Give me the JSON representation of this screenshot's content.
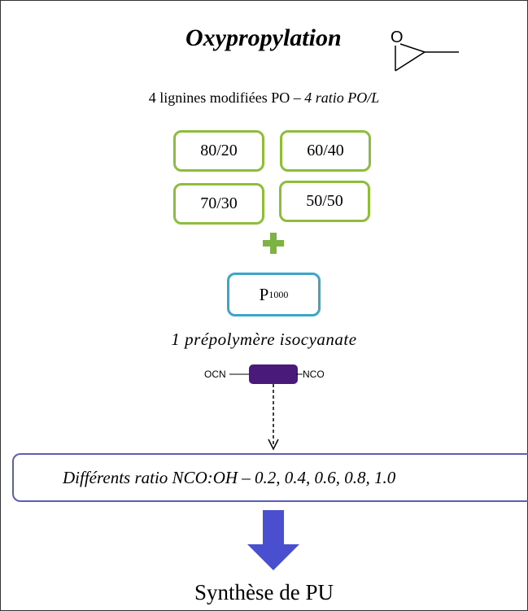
{
  "title": "Oxypropylation",
  "subtitle": {
    "prefix": "4 lignines modifiées PO – ",
    "italic": "4 ratio PO/L"
  },
  "ratios": [
    "80/20",
    "60/40",
    "70/30",
    "50/50"
  ],
  "prepolymer": {
    "letter": "P",
    "subscript": "1000"
  },
  "prepolymer_caption": "1 prépolymère isocyanate",
  "molecule": {
    "left_group": "OCN",
    "right_group": "NCO"
  },
  "nco_oh_ratios": "Différents ratio NCO:OH – 0.2, 0.4, 0.6, 0.8, 1.0",
  "result": "Synthèse de PU",
  "epoxide_atom": "O",
  "colors": {
    "lignin_box": "#8dbd3a",
    "plus": "#7cb342",
    "prepolymer_box": "#3aa7c9",
    "molecule_block": "#4a1a7a",
    "ratio_box": "#5a5fb4",
    "result_arrow": "#4a4fcf"
  }
}
